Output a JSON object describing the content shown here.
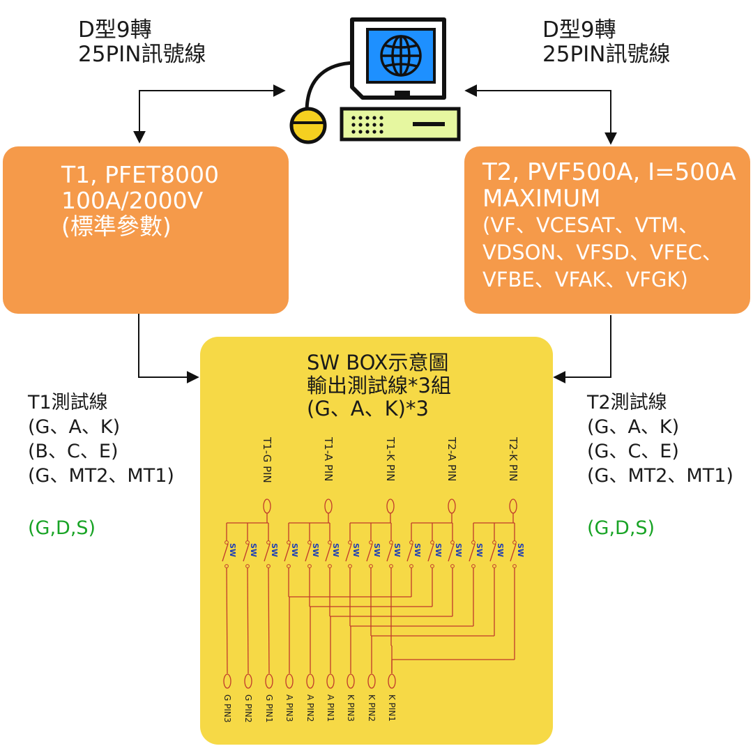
{
  "cable_left": {
    "line1": "D型9轉",
    "line2": "25PIN訊號線"
  },
  "cable_right": {
    "line1": "D型9轉",
    "line2": "25PIN訊號線"
  },
  "t1_box": {
    "line1": "T1, PFET8000",
    "line2": "100A/2000V",
    "line3": "(標準參數)"
  },
  "t2_box": {
    "line1": "T2, PVF500A, I=500A",
    "line2": "MAXIMUM",
    "line3": "(VF、VCESAT、VTM、",
    "line4": "VDSON、VFSD、VFEC、",
    "line5": "VFBE、VFAK、VFGK)"
  },
  "sw_box": {
    "title1": "SW BOX示意圖",
    "title2": "輸出測試線*3組",
    "title3": "(G、A、K)*3"
  },
  "t1_test": {
    "title": "T1測試線",
    "l1": "(G、A、K)",
    "l2": "(B、C、E)",
    "l3": "(G、MT2、MT1)",
    "l4": "(G,D,S)"
  },
  "t2_test": {
    "title": "T2測試線",
    "l1": "(G、A、K)",
    "l2": "(G、C、E)",
    "l3": "(G、MT2、MT1)",
    "l4": "(G,D,S)"
  },
  "top_pins": [
    "T1-G PIN",
    "T1-A PIN",
    "T1-K PIN",
    "T2-A PIN",
    "T2-K PIN"
  ],
  "switch_label": "SW",
  "bottom_pins": [
    "G PIN3",
    "G PIN2",
    "G PIN1",
    "A PIN3",
    "A PIN2",
    "A PIN1",
    "K PIN3",
    "K PIN2",
    "K PIN1"
  ],
  "colors": {
    "orange_box": "#f59a4a",
    "yellow_box": "#f6d946",
    "wire": "#c0392b",
    "switch_label": "#1f3fb5",
    "green_text": "#18a325",
    "monitor_screen": "#1e90ff",
    "keyboard_body": "#e6f7a0"
  },
  "icons": [
    "computer-monitor-icon",
    "globe-icon",
    "mouse-icon",
    "keyboard-icon"
  ]
}
